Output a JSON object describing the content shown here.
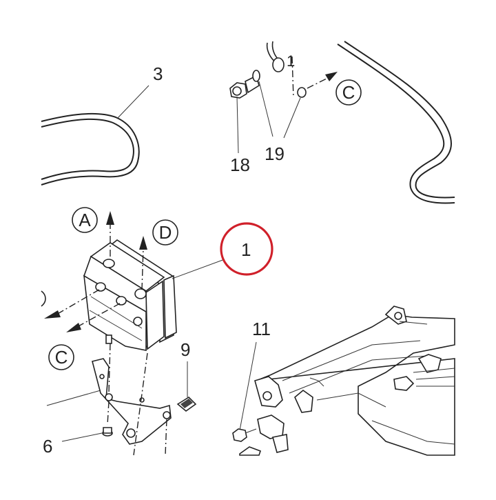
{
  "diagram": {
    "callouts": {
      "part_1": "1",
      "part_3": "3",
      "part_6": "6",
      "part_9": "9",
      "part_11": "11",
      "part_18": "18",
      "part_19": "19",
      "ref_1_top": "1"
    },
    "connectors": {
      "a": "A",
      "c_top": "C",
      "c_bottom": "C",
      "d": "D"
    },
    "highlight_color": "#d0202a",
    "line_color": "#222222"
  }
}
